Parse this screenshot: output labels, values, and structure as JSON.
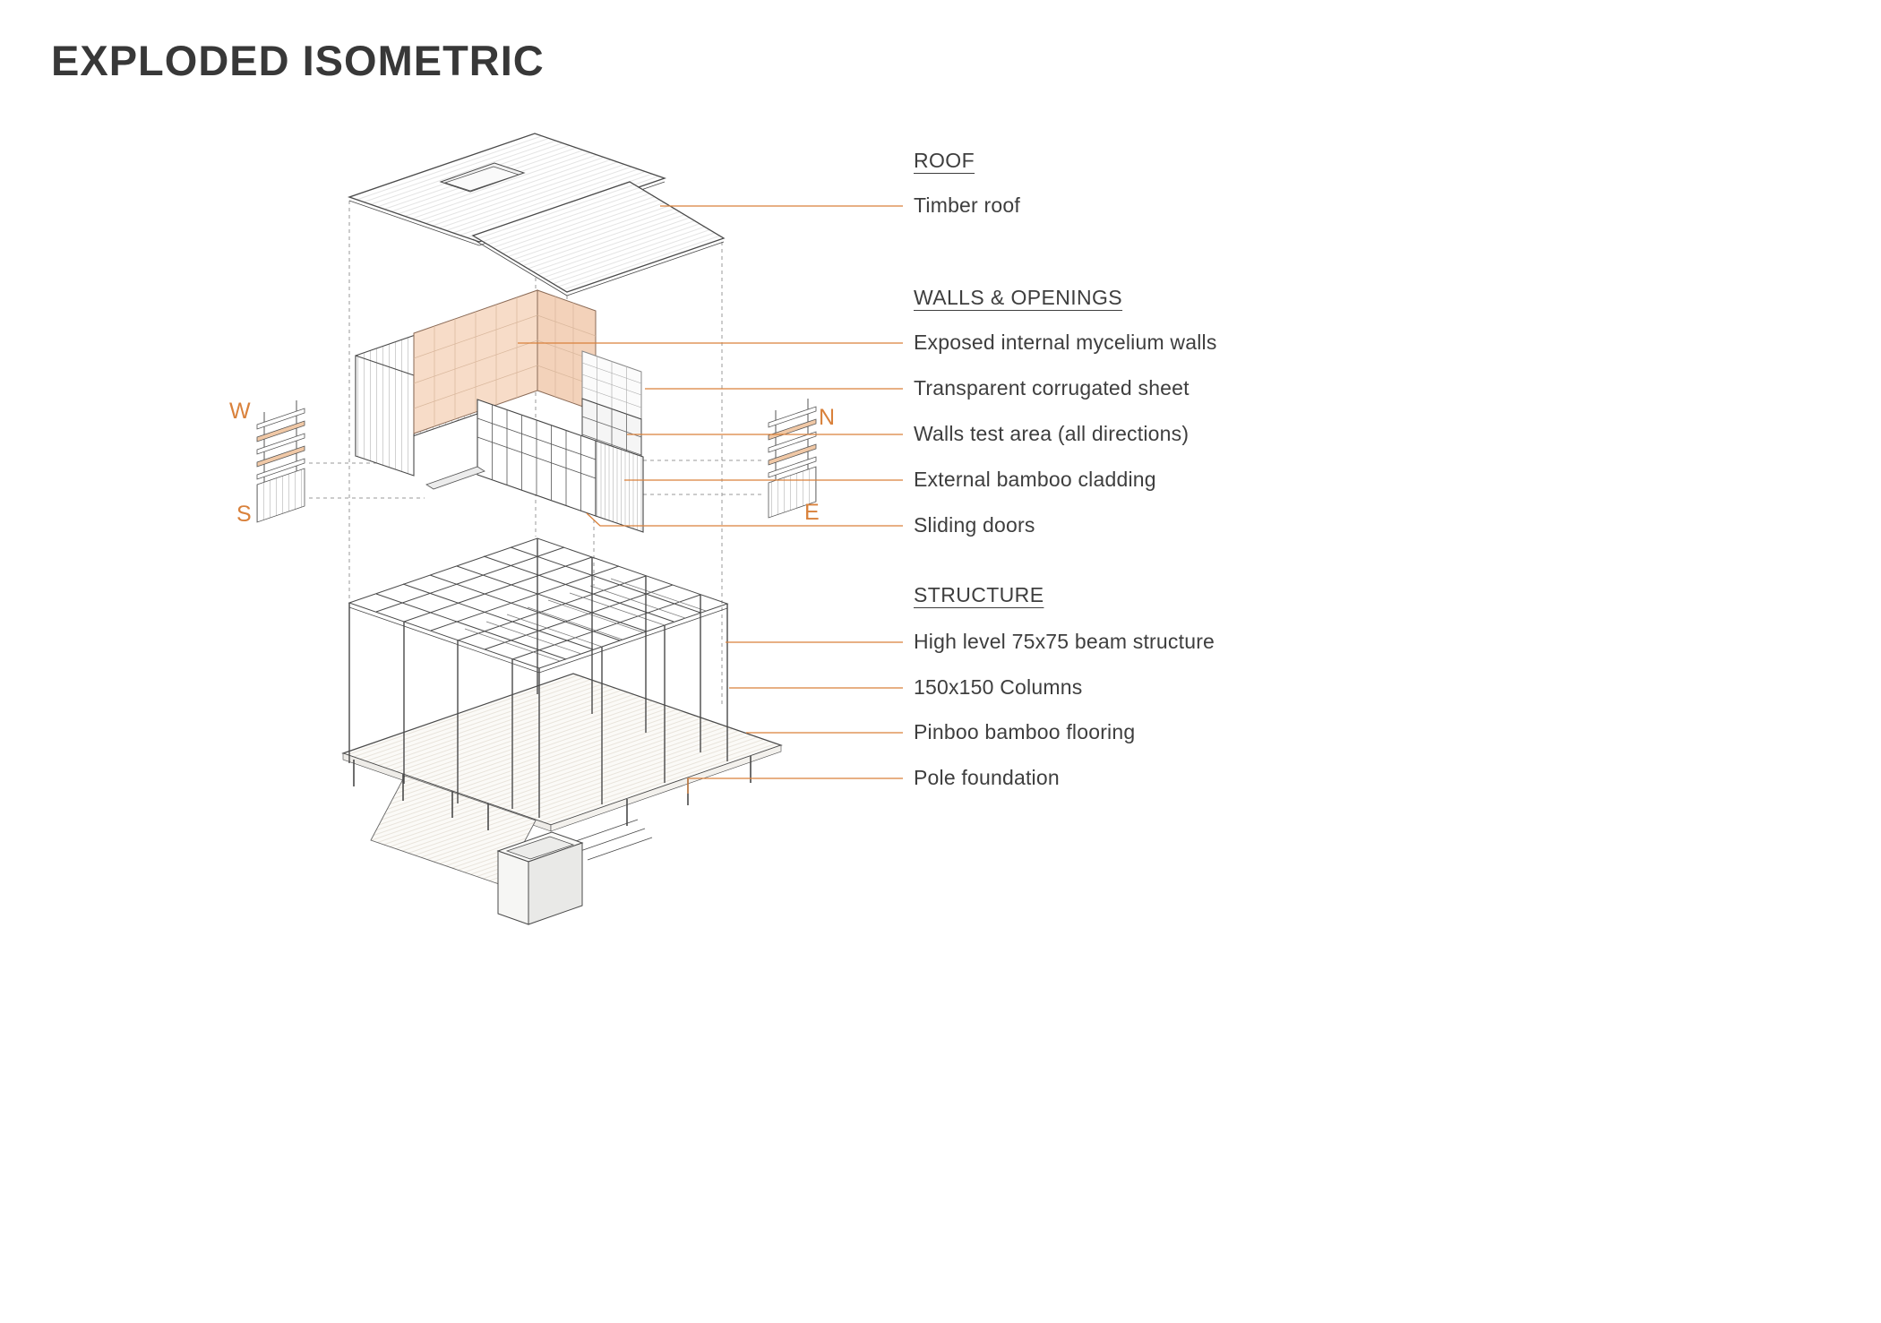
{
  "title": "EXPLODED ISOMETRIC",
  "compass": {
    "w": "W",
    "s": "S",
    "n": "N",
    "e": "E"
  },
  "colors": {
    "accent": "#d9813b",
    "ink": "#3e3e3e",
    "mycelium_wall": "#f7dcc8"
  },
  "sections": [
    {
      "header": "ROOF",
      "items": [
        {
          "label": "Timber roof"
        }
      ]
    },
    {
      "header": "WALLS & OPENINGS",
      "items": [
        {
          "label": "Exposed internal mycelium walls"
        },
        {
          "label": "Transparent corrugated sheet"
        },
        {
          "label": "Walls test area (all directions)"
        },
        {
          "label": "External bamboo cladding"
        },
        {
          "label": "Sliding doors"
        }
      ]
    },
    {
      "header": "STRUCTURE",
      "items": [
        {
          "label": "High level 75x75 beam structure"
        },
        {
          "label": "150x150 Columns"
        },
        {
          "label": "Pinboo bamboo flooring"
        },
        {
          "label": "Pole foundation"
        }
      ]
    }
  ]
}
